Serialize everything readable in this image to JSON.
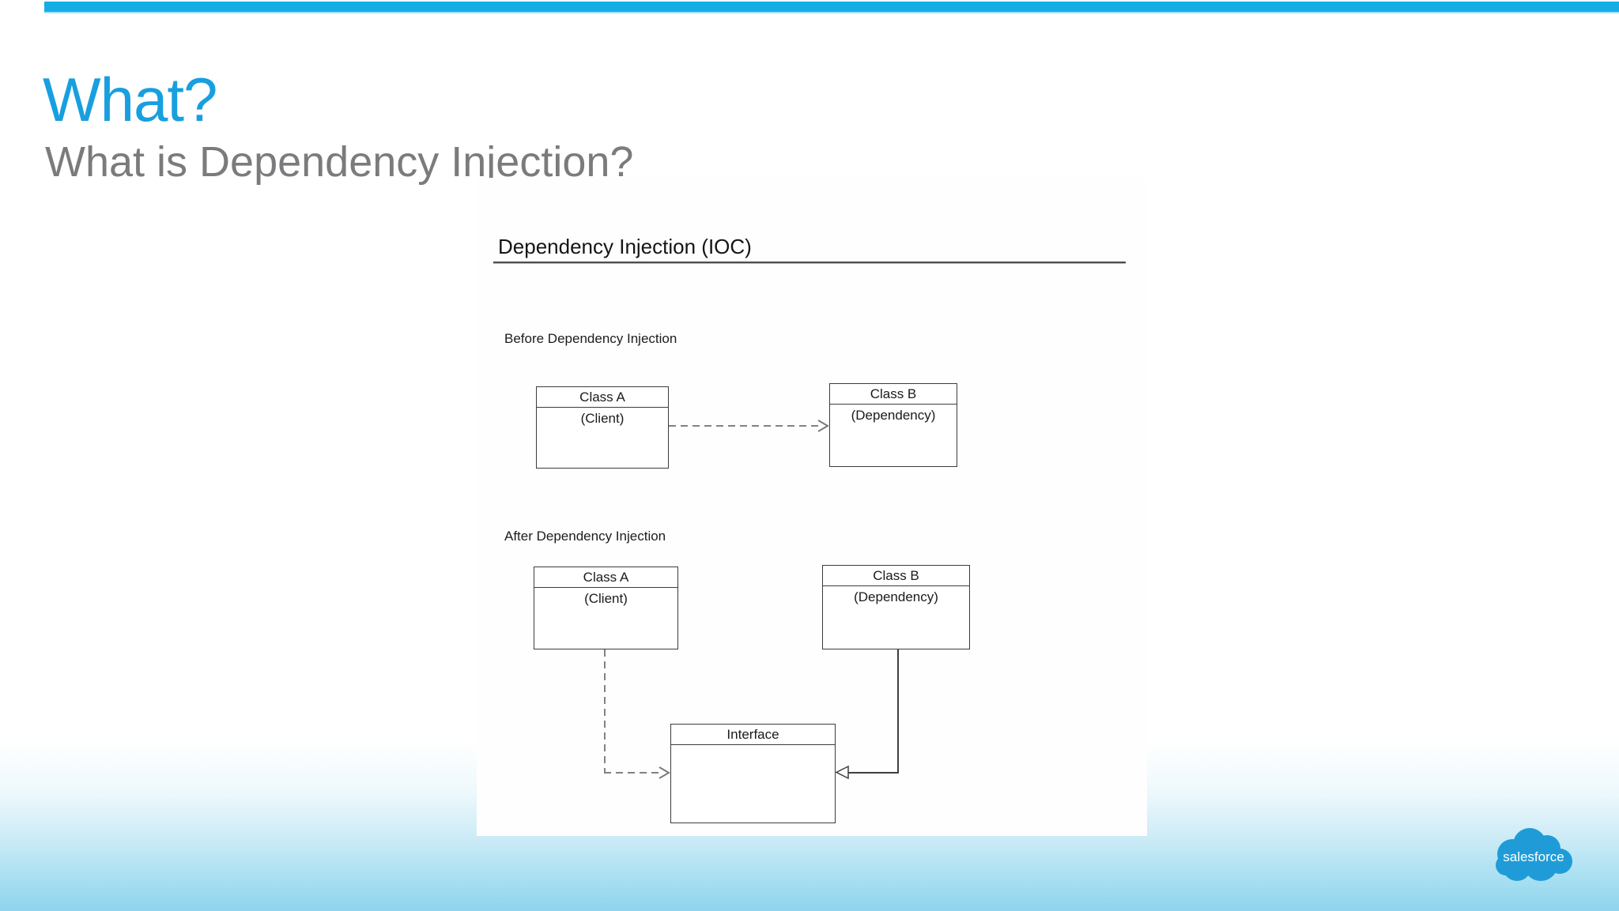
{
  "slide": {
    "title": "What?",
    "subtitle": "What is Dependency Injection?"
  },
  "diagram": {
    "title": "Dependency Injection (IOC)",
    "before": {
      "label": "Before Dependency Injection",
      "class_a": {
        "name": "Class A",
        "role": "(Client)"
      },
      "class_b": {
        "name": "Class B",
        "role": "(Dependency)"
      },
      "arrow": "dashed-dependency-arrow"
    },
    "after": {
      "label": "After Dependency Injection",
      "class_a": {
        "name": "Class A",
        "role": "(Client)"
      },
      "class_b": {
        "name": "Class B",
        "role": "(Dependency)"
      },
      "interface": {
        "name": "Interface"
      },
      "arrow_class_a_to_interface": "dashed-dependency-arrow",
      "arrow_class_b_to_interface": "solid-realization-arrow"
    }
  },
  "footer": {
    "logo_text": "salesforce"
  },
  "colors": {
    "accent_bar": "#16ade6",
    "title_blue": "#189fdf",
    "subtitle_gray": "#7b7b7d",
    "logo_cloud_blue": "#1f9cd7",
    "bottom_gradient_end": "#8ed4ec",
    "diagram_line": "#3c3c3c"
  }
}
